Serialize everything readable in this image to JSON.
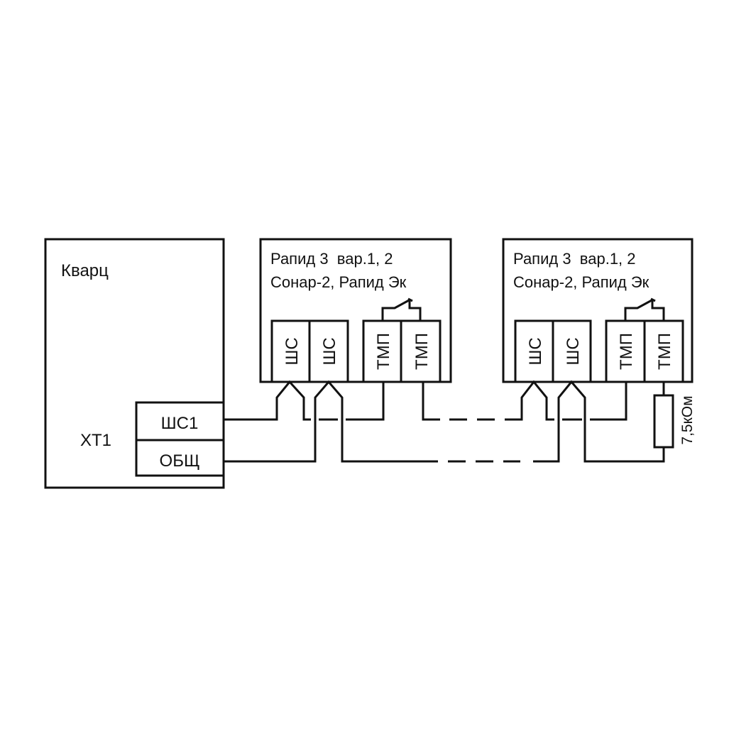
{
  "controller": {
    "name": "Кварц",
    "connector_label": "XT1",
    "terminals": [
      "ШС1",
      "ОБЩ"
    ]
  },
  "devices": [
    {
      "title_line1": "Рапид 3  вар.1, 2",
      "title_line2": "Сонар-2, Рапид Эк",
      "loop_terminals": [
        "ШС",
        "ШС"
      ],
      "tamper_terminals": [
        "ТМП",
        "ТМП"
      ]
    },
    {
      "title_line1": "Рапид 3  вар.1, 2",
      "title_line2": "Сонар-2, Рапид Эк",
      "loop_terminals": [
        "ШС",
        "ШС"
      ],
      "tamper_terminals": [
        "ТМП",
        "ТМП"
      ]
    }
  ],
  "resistor": {
    "label": "7,5кОм"
  },
  "colors": {
    "line": "#111111",
    "background": "#ffffff"
  }
}
